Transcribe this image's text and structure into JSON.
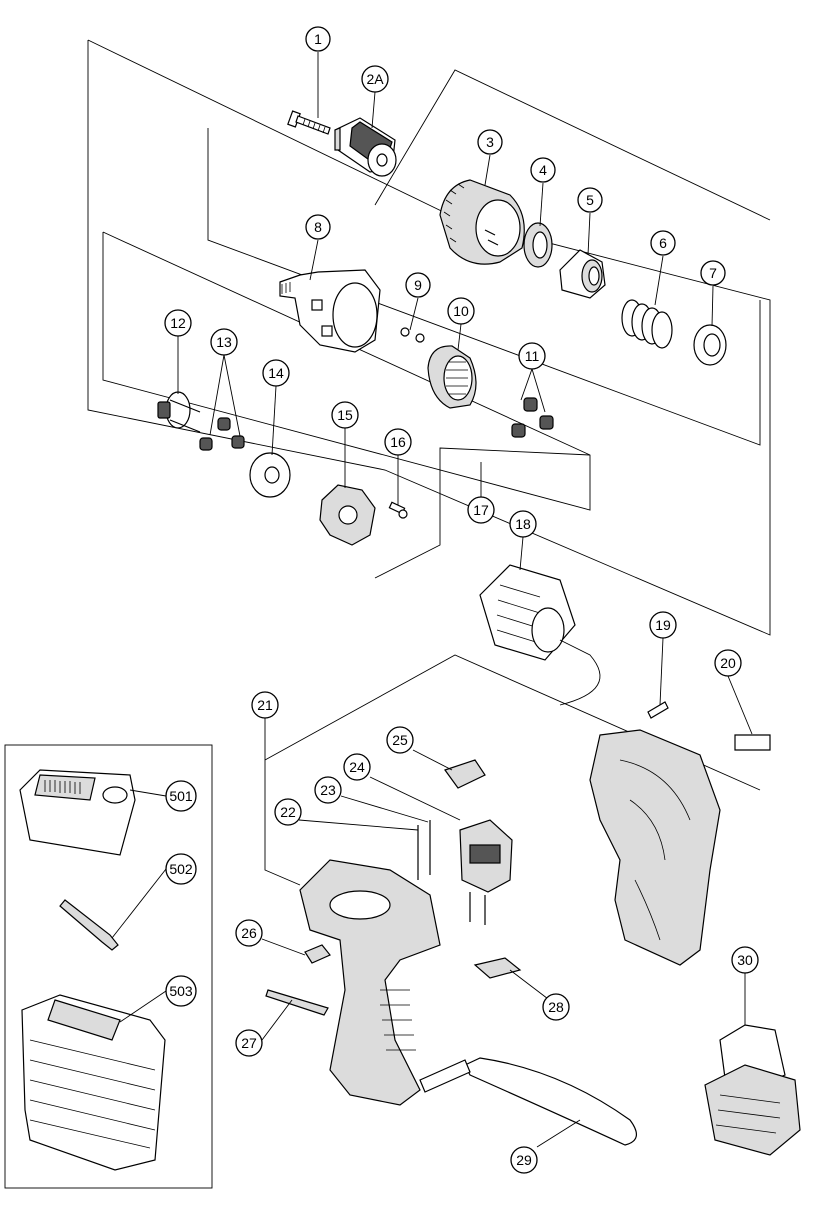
{
  "diagram": {
    "callouts": [
      {
        "id": "c1",
        "label": "1"
      },
      {
        "id": "c2A",
        "label": "2A"
      },
      {
        "id": "c3",
        "label": "3"
      },
      {
        "id": "c4",
        "label": "4"
      },
      {
        "id": "c5",
        "label": "5"
      },
      {
        "id": "c6",
        "label": "6"
      },
      {
        "id": "c7",
        "label": "7"
      },
      {
        "id": "c8",
        "label": "8"
      },
      {
        "id": "c9",
        "label": "9"
      },
      {
        "id": "c10",
        "label": "10"
      },
      {
        "id": "c11",
        "label": "11"
      },
      {
        "id": "c12",
        "label": "12"
      },
      {
        "id": "c13",
        "label": "13"
      },
      {
        "id": "c14",
        "label": "14"
      },
      {
        "id": "c15",
        "label": "15"
      },
      {
        "id": "c16",
        "label": "16"
      },
      {
        "id": "c17",
        "label": "17"
      },
      {
        "id": "c18",
        "label": "18"
      },
      {
        "id": "c19",
        "label": "19"
      },
      {
        "id": "c20",
        "label": "20"
      },
      {
        "id": "c21",
        "label": "21"
      },
      {
        "id": "c22",
        "label": "22"
      },
      {
        "id": "c23",
        "label": "23"
      },
      {
        "id": "c24",
        "label": "24"
      },
      {
        "id": "c25",
        "label": "25"
      },
      {
        "id": "c26",
        "label": "26"
      },
      {
        "id": "c27",
        "label": "27"
      },
      {
        "id": "c28",
        "label": "28"
      },
      {
        "id": "c29",
        "label": "29"
      },
      {
        "id": "c30",
        "label": "30"
      },
      {
        "id": "c501",
        "label": "501"
      },
      {
        "id": "c502",
        "label": "502"
      },
      {
        "id": "c503",
        "label": "503"
      }
    ]
  }
}
